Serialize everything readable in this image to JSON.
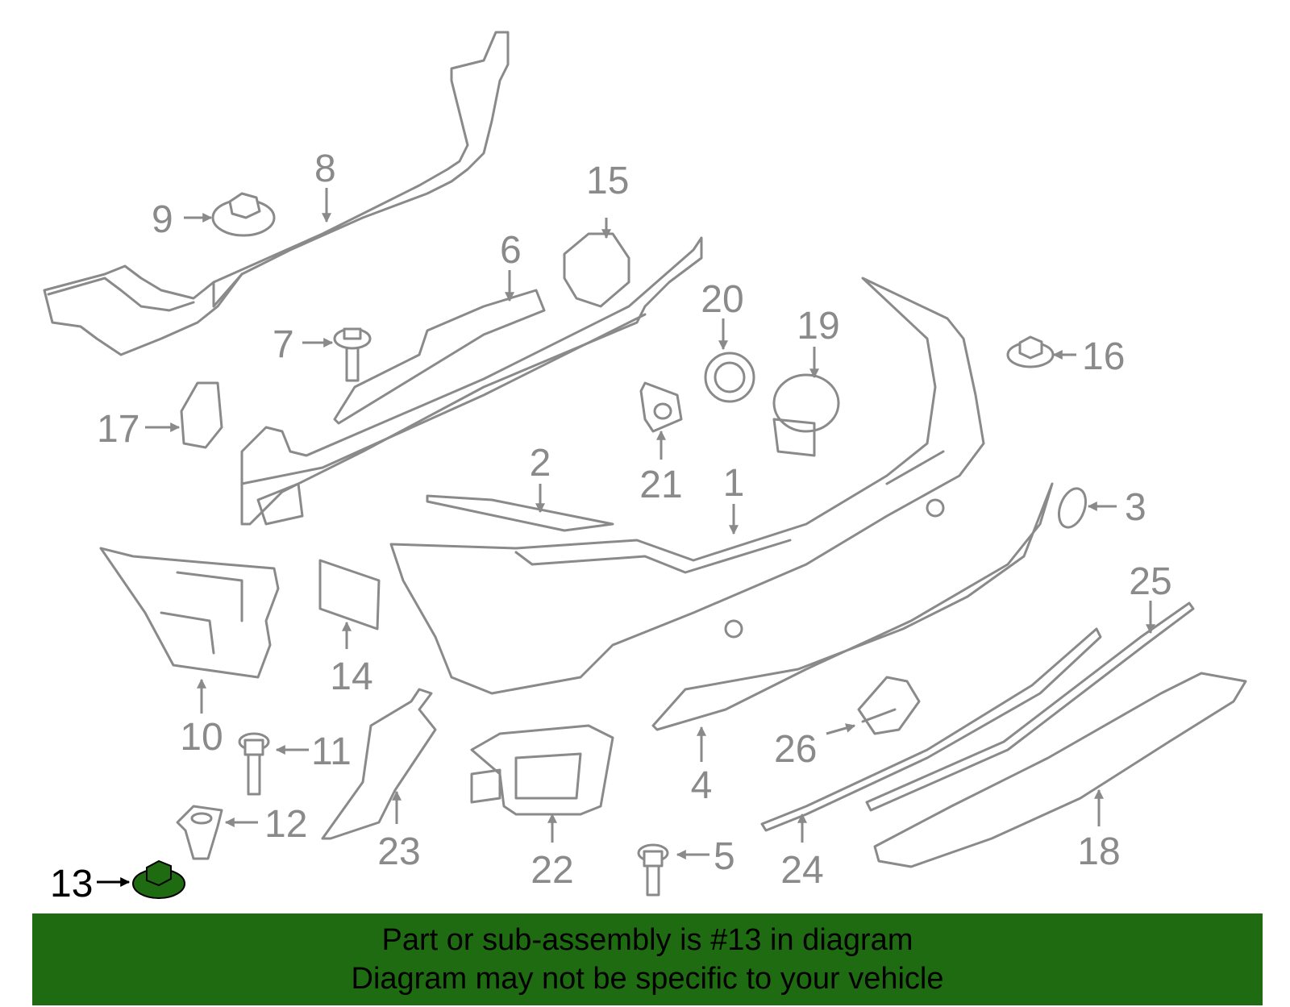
{
  "colors": {
    "part_stroke": "#8a8a8a",
    "highlight_part": "#1f6b12",
    "banner_bg": "#1f6b12",
    "banner_text": "#000000"
  },
  "callouts": {
    "n1": "1",
    "n2": "2",
    "n3": "3",
    "n4": "4",
    "n5": "5",
    "n6": "6",
    "n7": "7",
    "n8": "8",
    "n9": "9",
    "n10": "10",
    "n11": "11",
    "n12": "12",
    "n13": "13",
    "n14": "14",
    "n15": "15",
    "n16": "16",
    "n17": "17",
    "n18": "18",
    "n19": "19",
    "n20": "20",
    "n21": "21",
    "n22": "22",
    "n23": "23",
    "n24": "24",
    "n25": "25",
    "n26": "26"
  },
  "banner": {
    "line1": "Part or sub-assembly is #13 in diagram",
    "line2": "Diagram may not be specific to your vehicle"
  }
}
